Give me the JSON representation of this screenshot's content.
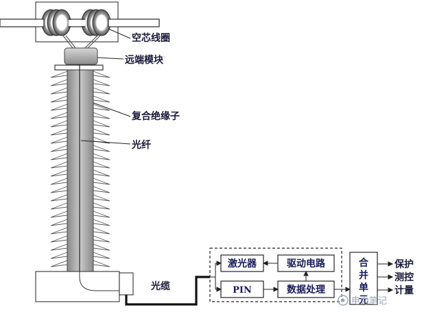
{
  "labels": {
    "air_core_coil": "空芯线圈",
    "remote_module": "远端模块",
    "composite_insulator": "复合绝缘子",
    "optical_fiber": "光纤",
    "optical_cable": "光缆"
  },
  "blocks": {
    "laser": "激光器",
    "drive_circuit": "驱动电路",
    "pin": "PIN",
    "data_processing": "数据处理",
    "merging_unit": [
      "合",
      "并",
      "单",
      "元"
    ]
  },
  "outputs": [
    "保护",
    "测控",
    "计量"
  ],
  "watermark": "电力笔记"
}
